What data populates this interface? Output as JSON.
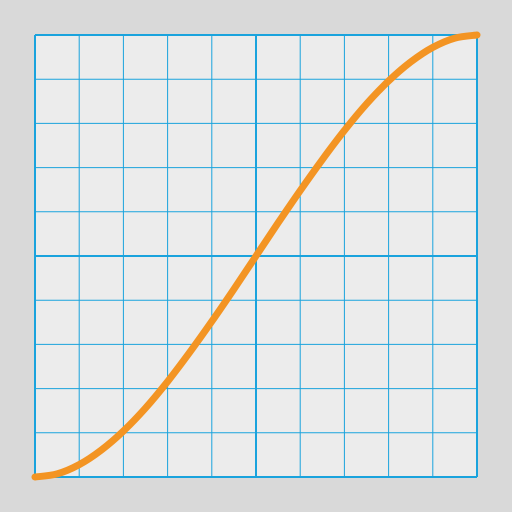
{
  "chart_data": {
    "type": "line",
    "title": "",
    "xlabel": "",
    "ylabel": "",
    "xlim": [
      0,
      1
    ],
    "ylim": [
      0,
      1
    ],
    "grid": true,
    "grid_divisions": 10,
    "major_divisions": 2,
    "colors": {
      "background": "#d9d9d9",
      "plot_background": "#ececec",
      "grid": "#1aa3dd",
      "curve": "#f39423"
    },
    "series": [
      {
        "x": [
          0.0,
          0.05,
          0.1,
          0.15,
          0.2,
          0.25,
          0.3,
          0.35,
          0.4,
          0.45,
          0.5,
          0.55,
          0.6,
          0.65,
          0.7,
          0.75,
          0.8,
          0.85,
          0.9,
          0.95,
          1.0
        ],
        "values": [
          0.0,
          0.007,
          0.028,
          0.061,
          0.104,
          0.156,
          0.216,
          0.282,
          0.352,
          0.425,
          0.5,
          0.575,
          0.648,
          0.718,
          0.784,
          0.844,
          0.896,
          0.939,
          0.972,
          0.993,
          1.0
        ]
      }
    ]
  }
}
